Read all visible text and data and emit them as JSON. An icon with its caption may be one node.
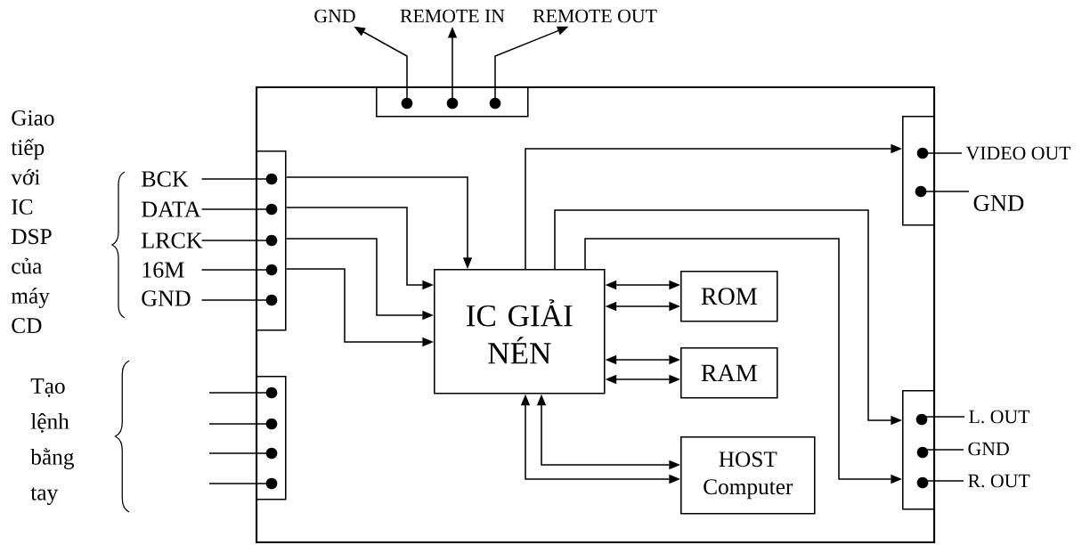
{
  "diagram": {
    "nodes": [
      {
        "text": [],
        "shape": "box"
      },
      {
        "text": [],
        "shape": "box",
        "in": 0
      },
      {
        "text": [],
        "shape": "box",
        "in": 0
      },
      {
        "text": [],
        "shape": "box",
        "in": 0
      },
      {
        "text": [],
        "shape": "box",
        "in": 0
      },
      {
        "text": [],
        "shape": "box",
        "in": 0
      },
      {
        "text": [
          "IC GIẢI NÉN"
        ],
        "in": 0
      },
      {
        "text": [
          "ROM"
        ],
        "in": 0
      },
      {
        "text": [
          "RAM"
        ],
        "in": 0
      },
      {
        "text": [
          "HOST Computer"
        ],
        "in": 0
      },
      {
        "text": [
          "GND"
        ]
      },
      {
        "text": [
          "REMOTE IN"
        ]
      },
      {
        "text": [
          "REMOTE OUT"
        ]
      },
      {
        "text": [
          "BCK"
        ]
      },
      {
        "text": [
          "DATA"
        ]
      },
      {
        "text": [
          "LRCK"
        ]
      },
      {
        "text": [
          "16M"
        ]
      },
      {
        "text": [
          "GND"
        ]
      },
      {
        "text": [
          "VIDEO OUT"
        ]
      },
      {
        "text": [
          "GND"
        ]
      },
      {
        "text": [
          "L. OUT"
        ]
      },
      {
        "text": [
          "GND"
        ]
      },
      {
        "text": [
          "R. OUT"
        ]
      }
    ],
    "edges": [
      {
        "from": 1,
        "to": 10,
        "arrow": "to"
      },
      {
        "from": 1,
        "to": 11,
        "arrow": "to"
      },
      {
        "from": 1,
        "to": 12,
        "arrow": "to"
      },
      {
        "from": 13,
        "to": 2,
        "arrow": "none"
      },
      {
        "from": 14,
        "to": 2,
        "arrow": "none"
      },
      {
        "from": 15,
        "to": 2,
        "arrow": "none"
      },
      {
        "from": 16,
        "to": 2,
        "arrow": "none"
      },
      {
        "from": 17,
        "to": 2,
        "arrow": "none"
      },
      {
        "from": null,
        "to": 3,
        "arrow": "none"
      },
      {
        "from": null,
        "to": 3,
        "arrow": "none"
      },
      {
        "from": null,
        "to": 3,
        "arrow": "none"
      },
      {
        "from": null,
        "to": 3,
        "arrow": "none"
      },
      {
        "from": 2,
        "to": 6,
        "arrow": "to"
      },
      {
        "from": 2,
        "to": 6,
        "arrow": "to"
      },
      {
        "from": 2,
        "to": 6,
        "arrow": "to"
      },
      {
        "from": 2,
        "to": 6,
        "arrow": "to"
      },
      {
        "from": 6,
        "to": 4,
        "arrow": "to"
      },
      {
        "from": 4,
        "to": 18,
        "arrow": "none"
      },
      {
        "from": 4,
        "to": 19,
        "arrow": "none"
      },
      {
        "from": 6,
        "to": 5,
        "arrow": "to"
      },
      {
        "from": 6,
        "to": 5,
        "arrow": "to"
      },
      {
        "from": 5,
        "to": 20,
        "arrow": "none"
      },
      {
        "from": 5,
        "to": 21,
        "arrow": "none"
      },
      {
        "from": 5,
        "to": 22,
        "arrow": "none"
      },
      {
        "from": 6,
        "to": 7,
        "arrow": "both"
      },
      {
        "from": 6,
        "to": 7,
        "arrow": "both"
      },
      {
        "from": 6,
        "to": 8,
        "arrow": "both"
      },
      {
        "from": 6,
        "to": 8,
        "arrow": "both"
      },
      {
        "from": 6,
        "to": 9,
        "arrow": "both"
      },
      {
        "from": 6,
        "to": 9,
        "arrow": "both"
      }
    ],
    "labels": [
      "Giao tiếp với IC DSP của máy CD",
      "Tạo lệnh bằng tay"
    ]
  }
}
